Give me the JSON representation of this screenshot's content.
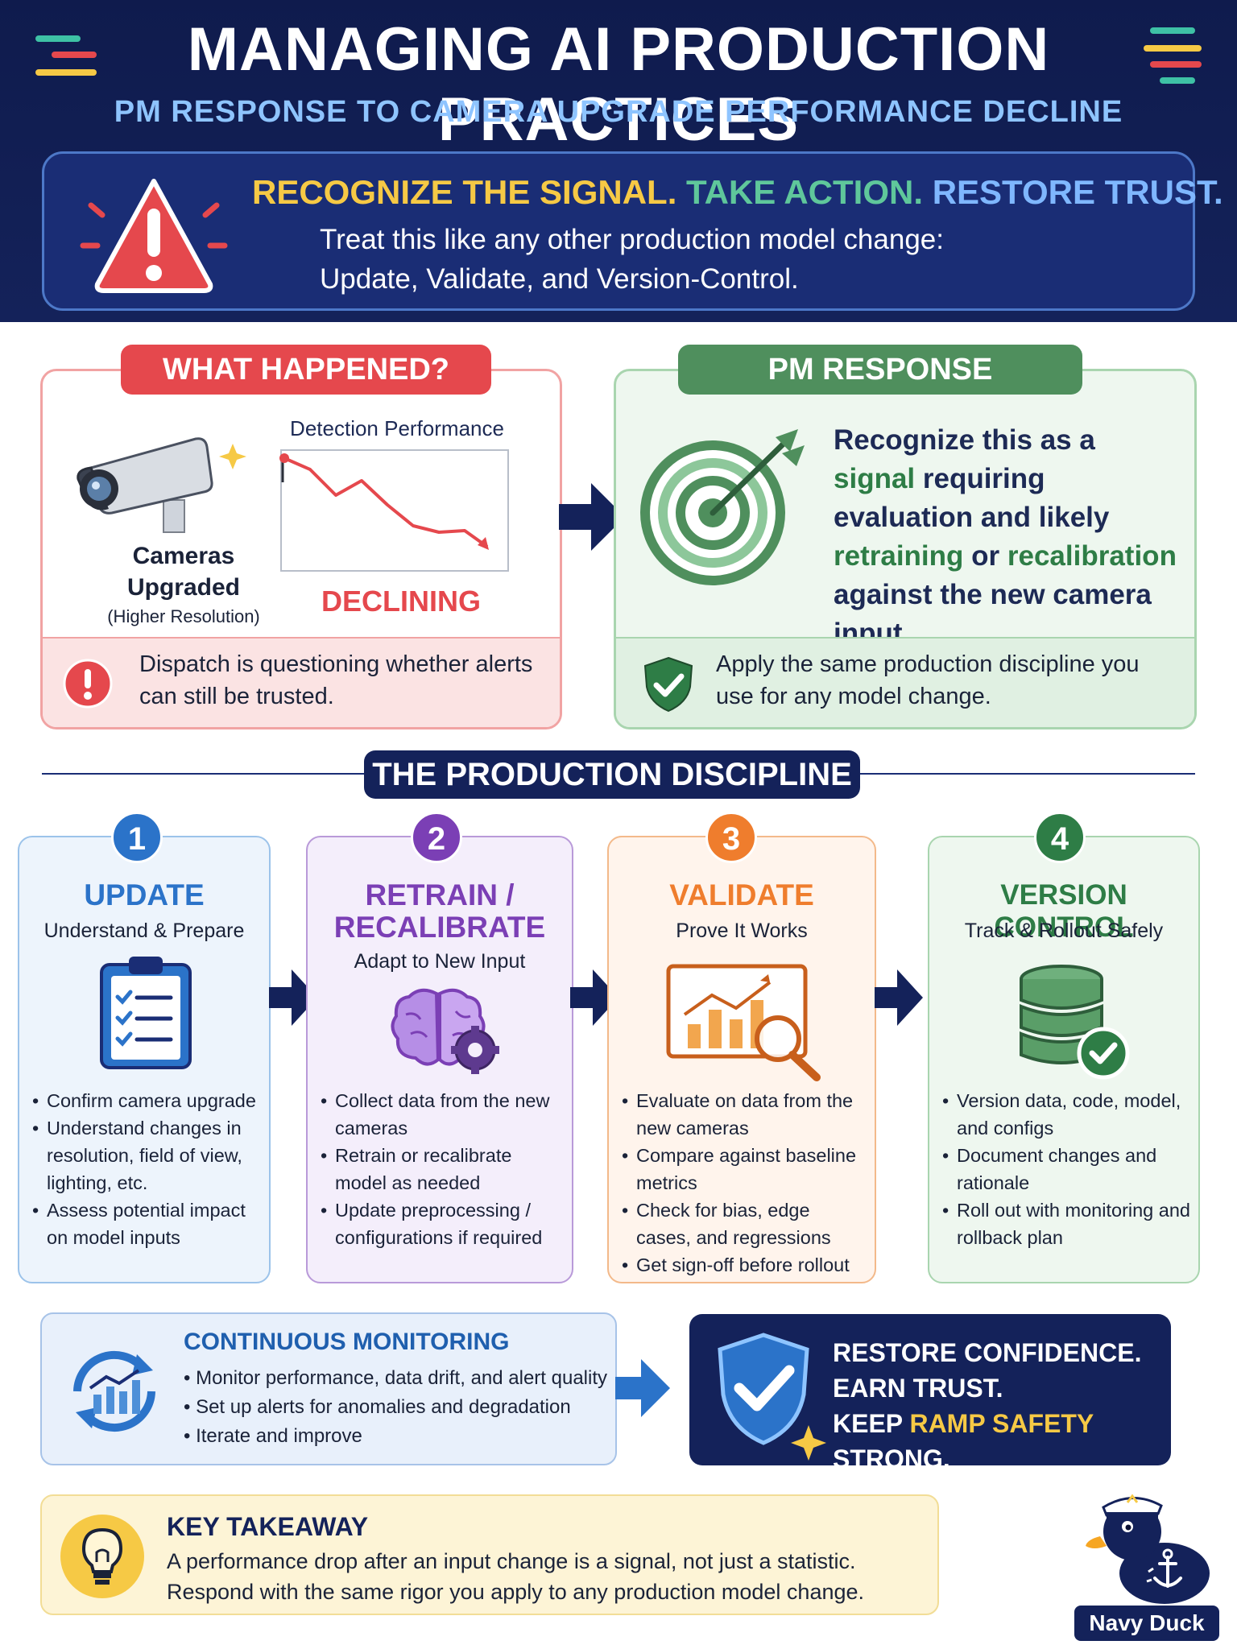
{
  "header": {
    "title": "MANAGING AI PRODUCTION PRACTICES",
    "subtitle": "PM RESPONSE TO CAMERA UPGRADE PERFORMANCE DECLINE"
  },
  "banner": {
    "recognize": "RECOGNIZE THE SIGNAL.",
    "action": "TAKE ACTION.",
    "restore": "RESTORE TRUST.",
    "line1": "Treat this like any other production model change:",
    "line2": "Update, Validate, and Version-Control."
  },
  "what_happened": {
    "heading": "WHAT HAPPENED?",
    "camera_label_1": "Cameras",
    "camera_label_2": "Upgraded",
    "camera_sub": "(Higher Resolution)",
    "chart_title": "Detection Performance",
    "trend_label": "DECLINING",
    "footer": "Dispatch is questioning whether alerts can still be trusted."
  },
  "pm_response": {
    "heading": "PM RESPONSE",
    "t1": "Recognize this as a",
    "t2": "signal",
    "t3": " requiring evaluation and likely ",
    "t4": "retraining",
    "t5": " or ",
    "t6": "recalibration",
    "t7": " against the new camera input.",
    "footer": "Apply the same production discipline you use for any model change."
  },
  "discipline": {
    "heading": "THE PRODUCTION DISCIPLINE",
    "steps": [
      {
        "number": "1",
        "title": "UPDATE",
        "subtitle": "Understand & Prepare",
        "bullets": [
          "Confirm camera upgrade",
          "Understand changes in resolution, field of view, lighting, etc.",
          "Assess potential impact on model inputs"
        ]
      },
      {
        "number": "2",
        "title_1": "RETRAIN /",
        "title_2": "RECALIBRATE",
        "subtitle": "Adapt to New Input",
        "bullets": [
          "Collect data from the new cameras",
          "Retrain or recalibrate model as needed",
          "Update preprocessing / configurations if required"
        ]
      },
      {
        "number": "3",
        "title": "VALIDATE",
        "subtitle": "Prove It Works",
        "bullets": [
          "Evaluate on data from the new cameras",
          "Compare against baseline metrics",
          "Check for bias, edge cases, and regressions",
          "Get sign-off before rollout"
        ]
      },
      {
        "number": "4",
        "title": "VERSION CONTROL",
        "subtitle": "Track & Rollout Safely",
        "bullets": [
          "Version data, code, model, and configs",
          "Document changes and rationale",
          "Roll out with monitoring and rollback plan"
        ]
      }
    ]
  },
  "monitoring": {
    "title": "CONTINUOUS MONITORING",
    "bullets": [
      "Monitor performance, data drift, and alert quality",
      "Set up alerts for anomalies and degradation",
      "Iterate and improve"
    ]
  },
  "trust": {
    "line1": "RESTORE CONFIDENCE.",
    "line2": "EARN TRUST.",
    "line3a": "KEEP ",
    "line3b": "RAMP SAFETY",
    "line3c": " STRONG."
  },
  "takeaway": {
    "title": "KEY TAKEAWAY",
    "line1": "A performance drop after an input change is a signal, not just a statistic.",
    "line2": "Respond with the same rigor you apply to any production model change."
  },
  "mascot": {
    "label": "Navy Duck"
  },
  "colors": {
    "navy": "#14225a",
    "red": "#e5484d",
    "green": "#4f8f5d",
    "blue": "#2b73c9",
    "purple": "#7b3fb5",
    "orange": "#ef7d2d",
    "yellow": "#f6c945"
  }
}
